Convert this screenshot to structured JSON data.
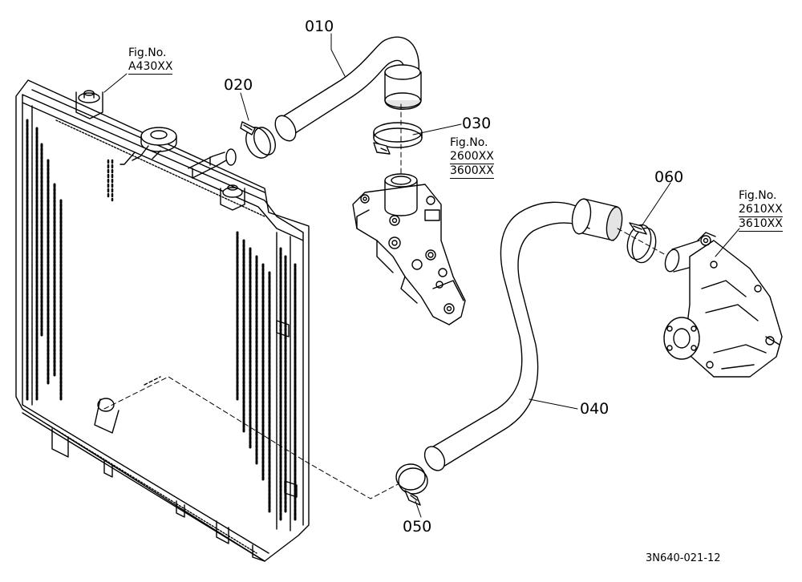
{
  "parts": [
    {
      "id": "010"
    },
    {
      "id": "020"
    },
    {
      "id": "030"
    },
    {
      "id": "040"
    },
    {
      "id": "050"
    },
    {
      "id": "060"
    }
  ],
  "figure_refs": [
    {
      "label": "Fig.No.",
      "codes": [
        "A430XX"
      ]
    },
    {
      "label": "Fig.No.",
      "codes": [
        "2600XX",
        "3600XX"
      ]
    },
    {
      "label": "Fig.No.",
      "codes": [
        "2610XX",
        "3610XX"
      ]
    }
  ],
  "drawing_id": "3N640-021-12",
  "colors": {
    "ink": "#000000",
    "paper": "#ffffff",
    "shade": "#e4e4e4"
  }
}
